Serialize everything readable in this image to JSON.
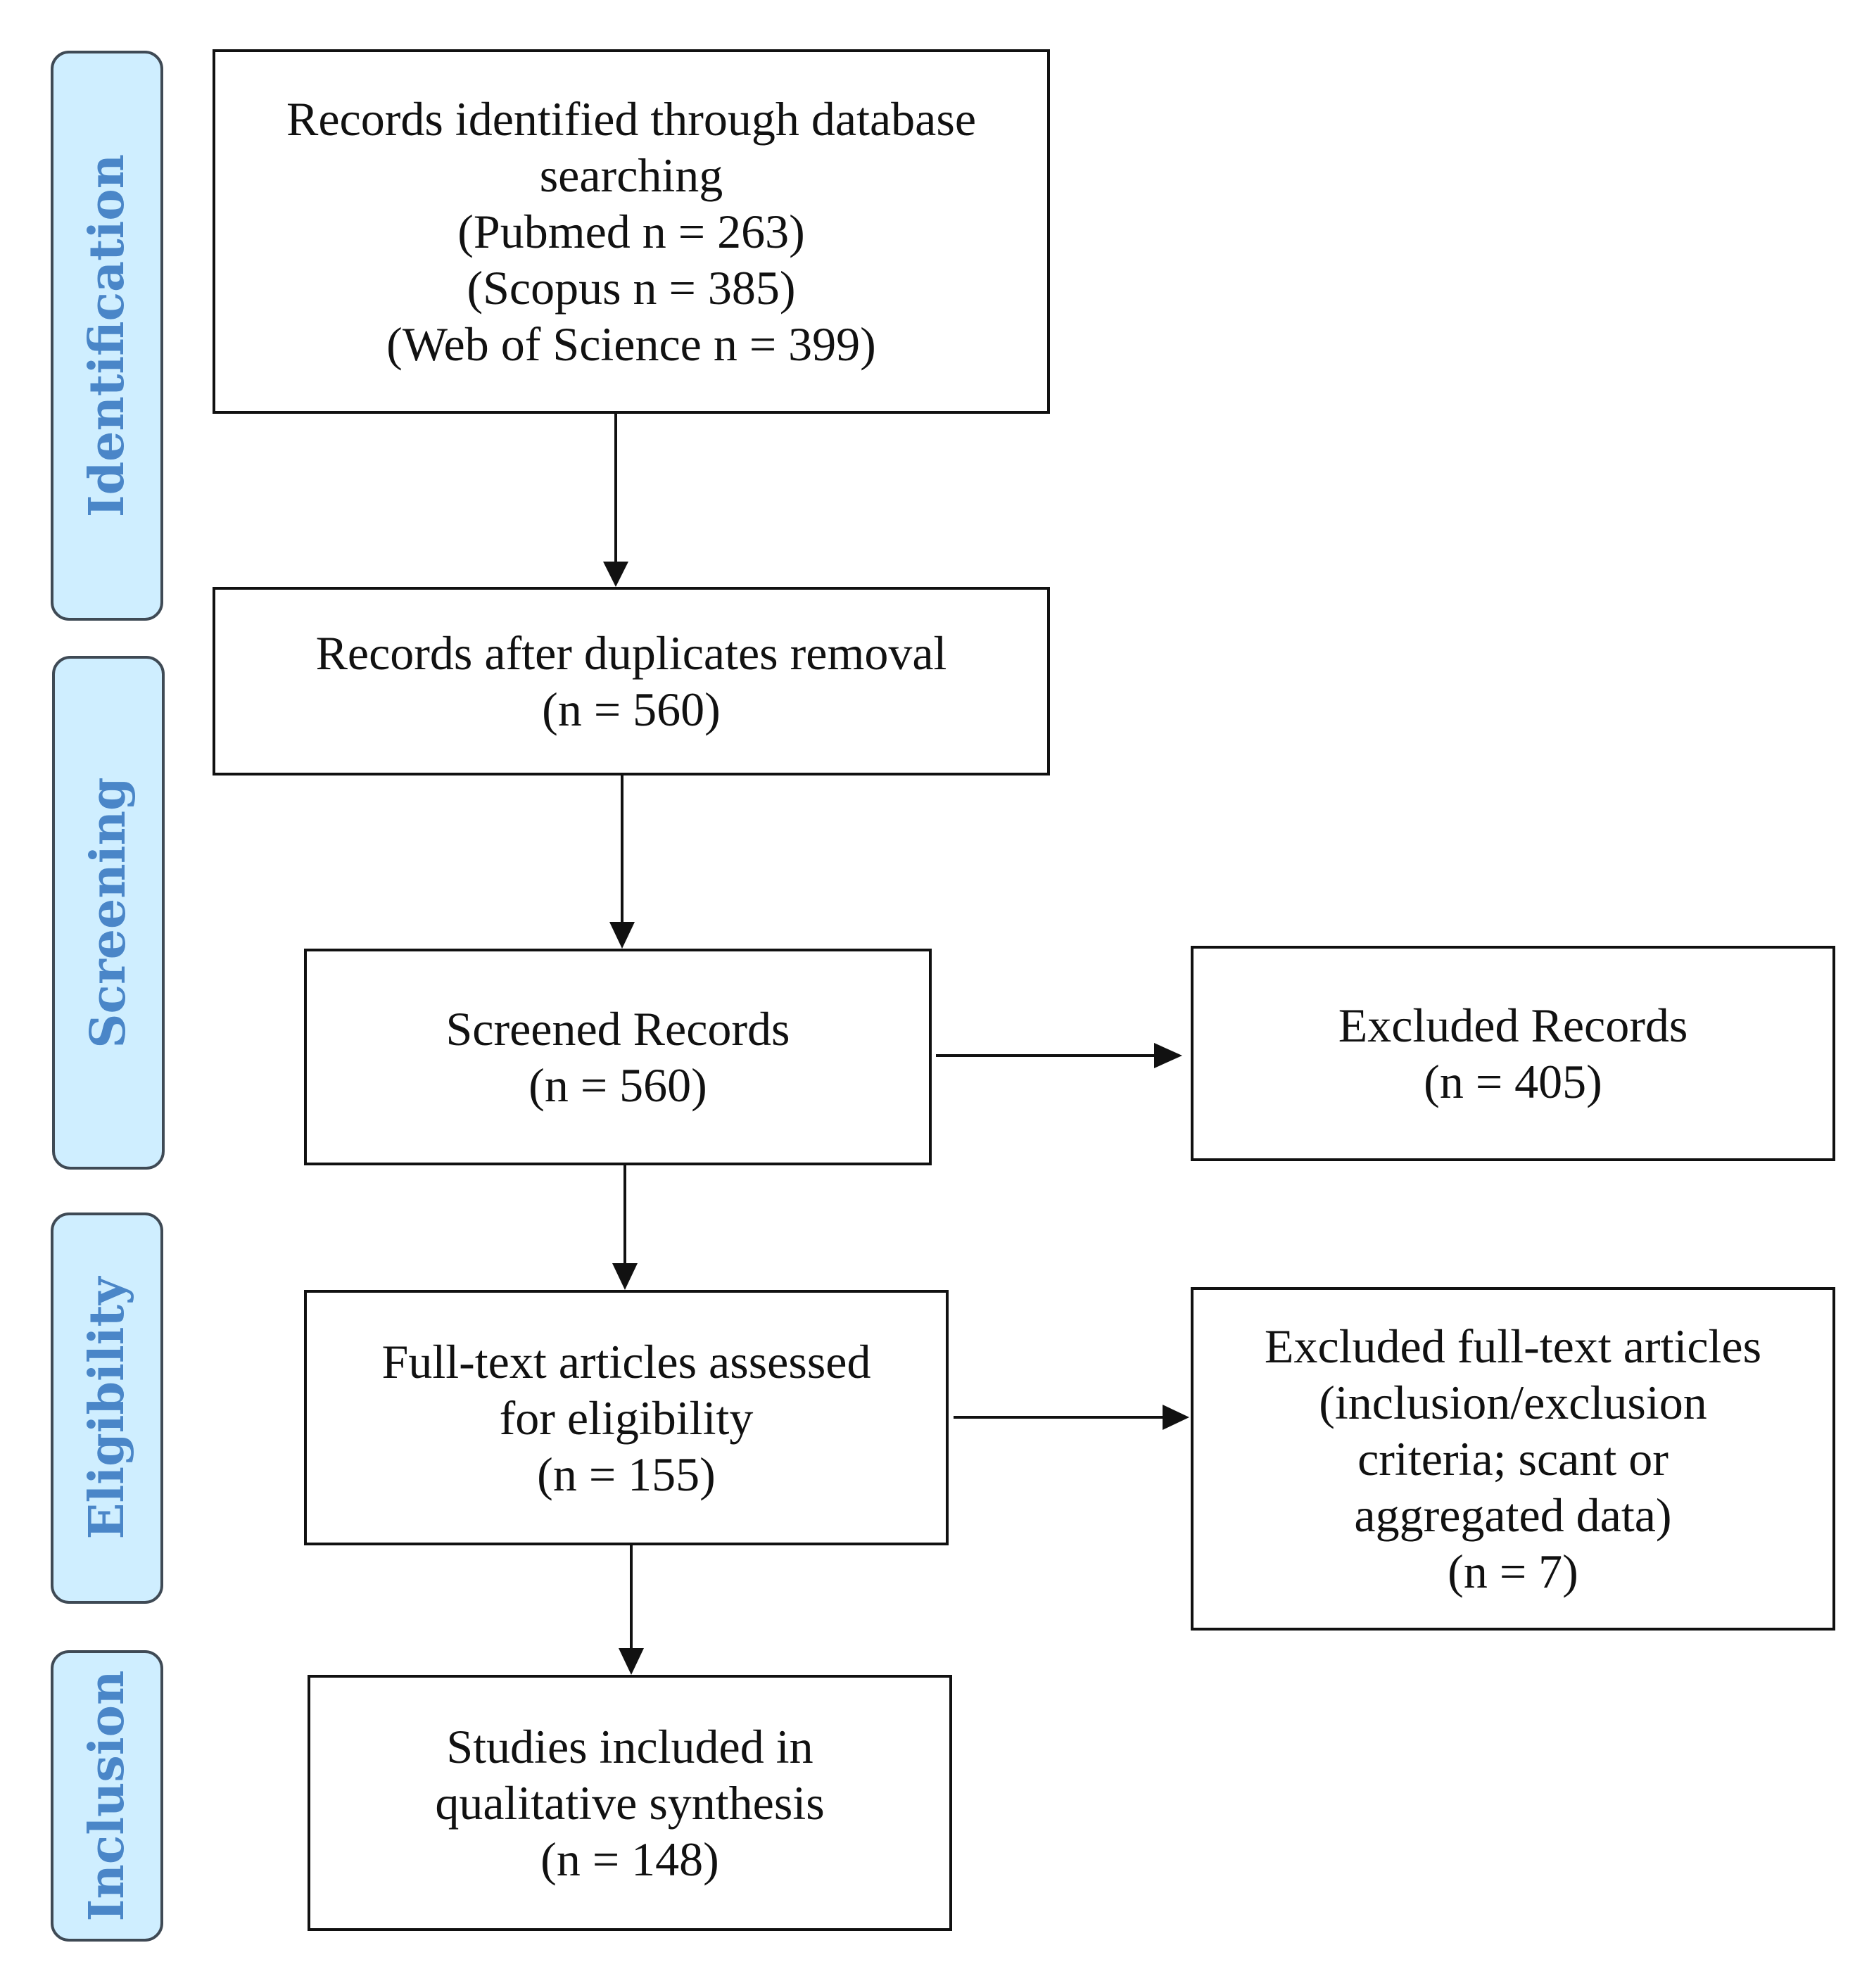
{
  "stages": [
    {
      "id": "identification",
      "label": "Identification"
    },
    {
      "id": "screening",
      "label": "Screening"
    },
    {
      "id": "eligibility",
      "label": "Eligibility"
    },
    {
      "id": "inclusion",
      "label": "Inclusion"
    }
  ],
  "boxes": {
    "identified": {
      "lines": [
        "Records identified through database",
        "searching",
        "(Pubmed n = 263)",
        "(Scopus n = 385)",
        "(Web of Science n = 399)"
      ]
    },
    "deduplicated": {
      "lines": [
        "Records after duplicates removal",
        "(n = 560)"
      ]
    },
    "screened": {
      "lines": [
        "Screened Records",
        "(n = 560)"
      ]
    },
    "excluded": {
      "lines": [
        "Excluded Records",
        "(n = 405)"
      ]
    },
    "fulltext": {
      "lines": [
        "Full-text articles assessed",
        "for eligibility",
        "(n = 155)"
      ]
    },
    "excluded_fulltext": {
      "lines": [
        "Excluded full-text articles",
        "(inclusion/exclusion",
        "criteria; scant or",
        "aggregated data)",
        "(n = 7)"
      ]
    },
    "included": {
      "lines": [
        "Studies included in",
        "qualitative synthesis",
        "(n = 148)"
      ]
    }
  },
  "colors": {
    "stage_fill": "#cfeeff",
    "stage_text": "#4a86c8",
    "stroke": "#111111"
  }
}
